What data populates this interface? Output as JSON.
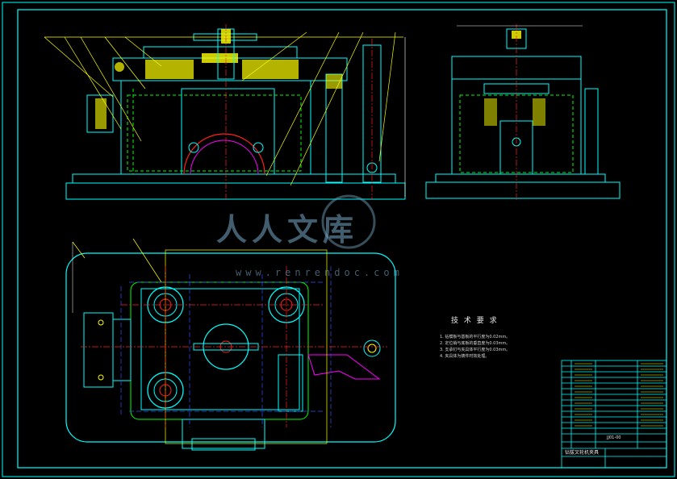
{
  "notes": {
    "title": "技 术 要 求",
    "items": [
      "1. 钻模板与基板的平行度为0.02mm。",
      "2. 定位销与底板的垂直度为0.03mm。",
      "3. 支承钉与夹具体平行度为0.03mm。",
      "4. 夹具体为铸件时效处理。"
    ]
  },
  "watermark": {
    "text": "人人文库",
    "url": "www.renrendoc.com"
  },
  "title_block": {
    "drawing_name": "钻拔叉轮机夹具",
    "code": "JJ01-00"
  },
  "colors": {
    "cyan": "#00ffff",
    "yellow": "#ffff00",
    "green": "#00ff00",
    "magenta": "#ff00ff",
    "red": "#ff2020",
    "blue": "#3050ff",
    "white": "#ffffff"
  }
}
